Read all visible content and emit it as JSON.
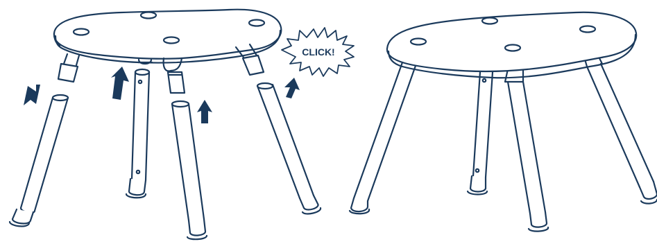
{
  "colors": {
    "line": "#1b3a5c",
    "arrow": "#1b3a5c",
    "background": "#ffffff"
  },
  "callout": {
    "text": "CLICK!"
  },
  "figures": [
    {
      "name": "stool-before-assembly",
      "state": "legs detached, arrows show insertion"
    },
    {
      "name": "stool-assembled",
      "state": "legs attached"
    }
  ]
}
